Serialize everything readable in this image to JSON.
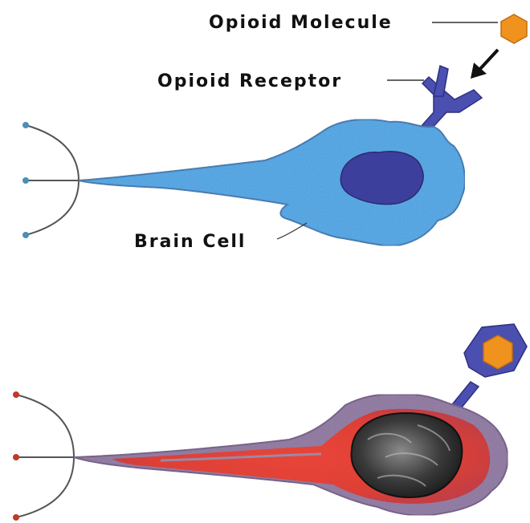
{
  "labels": {
    "molecule": "Opioid Molecule",
    "receptor": "Opioid Receptor",
    "cell": "Brain Cell"
  },
  "colors": {
    "molecule": "#f0921e",
    "receptor": "#4a4fb0",
    "cell_healthy": "#3aa3e6",
    "nucleus_healthy": "#3c3f9c",
    "cell_affected_outer": "#8a6f9e",
    "cell_affected_inner": "#e53a2c",
    "nucleus_affected": "#3a3a3a",
    "dendrite_healthy": "#4b8fb7",
    "dendrite_affected": "#c0392b"
  },
  "icons": {
    "molecule": "hexagon",
    "receptor": "y-shaped-receptor",
    "arrow": "arrow-down-left"
  }
}
